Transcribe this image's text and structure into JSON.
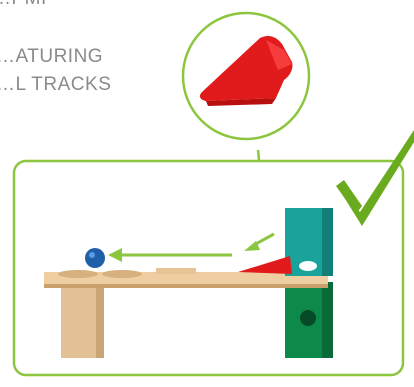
{
  "caption": {
    "lines": [
      "…PMI",
      "…ATURING",
      "…L TRACKS"
    ]
  },
  "colors": {
    "frame_green": "#8cc63f",
    "check_green": "#6aaa1e",
    "arrow_green": "#8cc63f",
    "track_wood": "#e8c79a",
    "ball_blue": "#1f5fa8",
    "teal_block": "#1aa39a",
    "green_block": "#0d8a4a",
    "red_ramp": "#e11b1b"
  },
  "icons": {
    "check": "checkmark-icon",
    "arrow": "left-arrow-icon"
  }
}
